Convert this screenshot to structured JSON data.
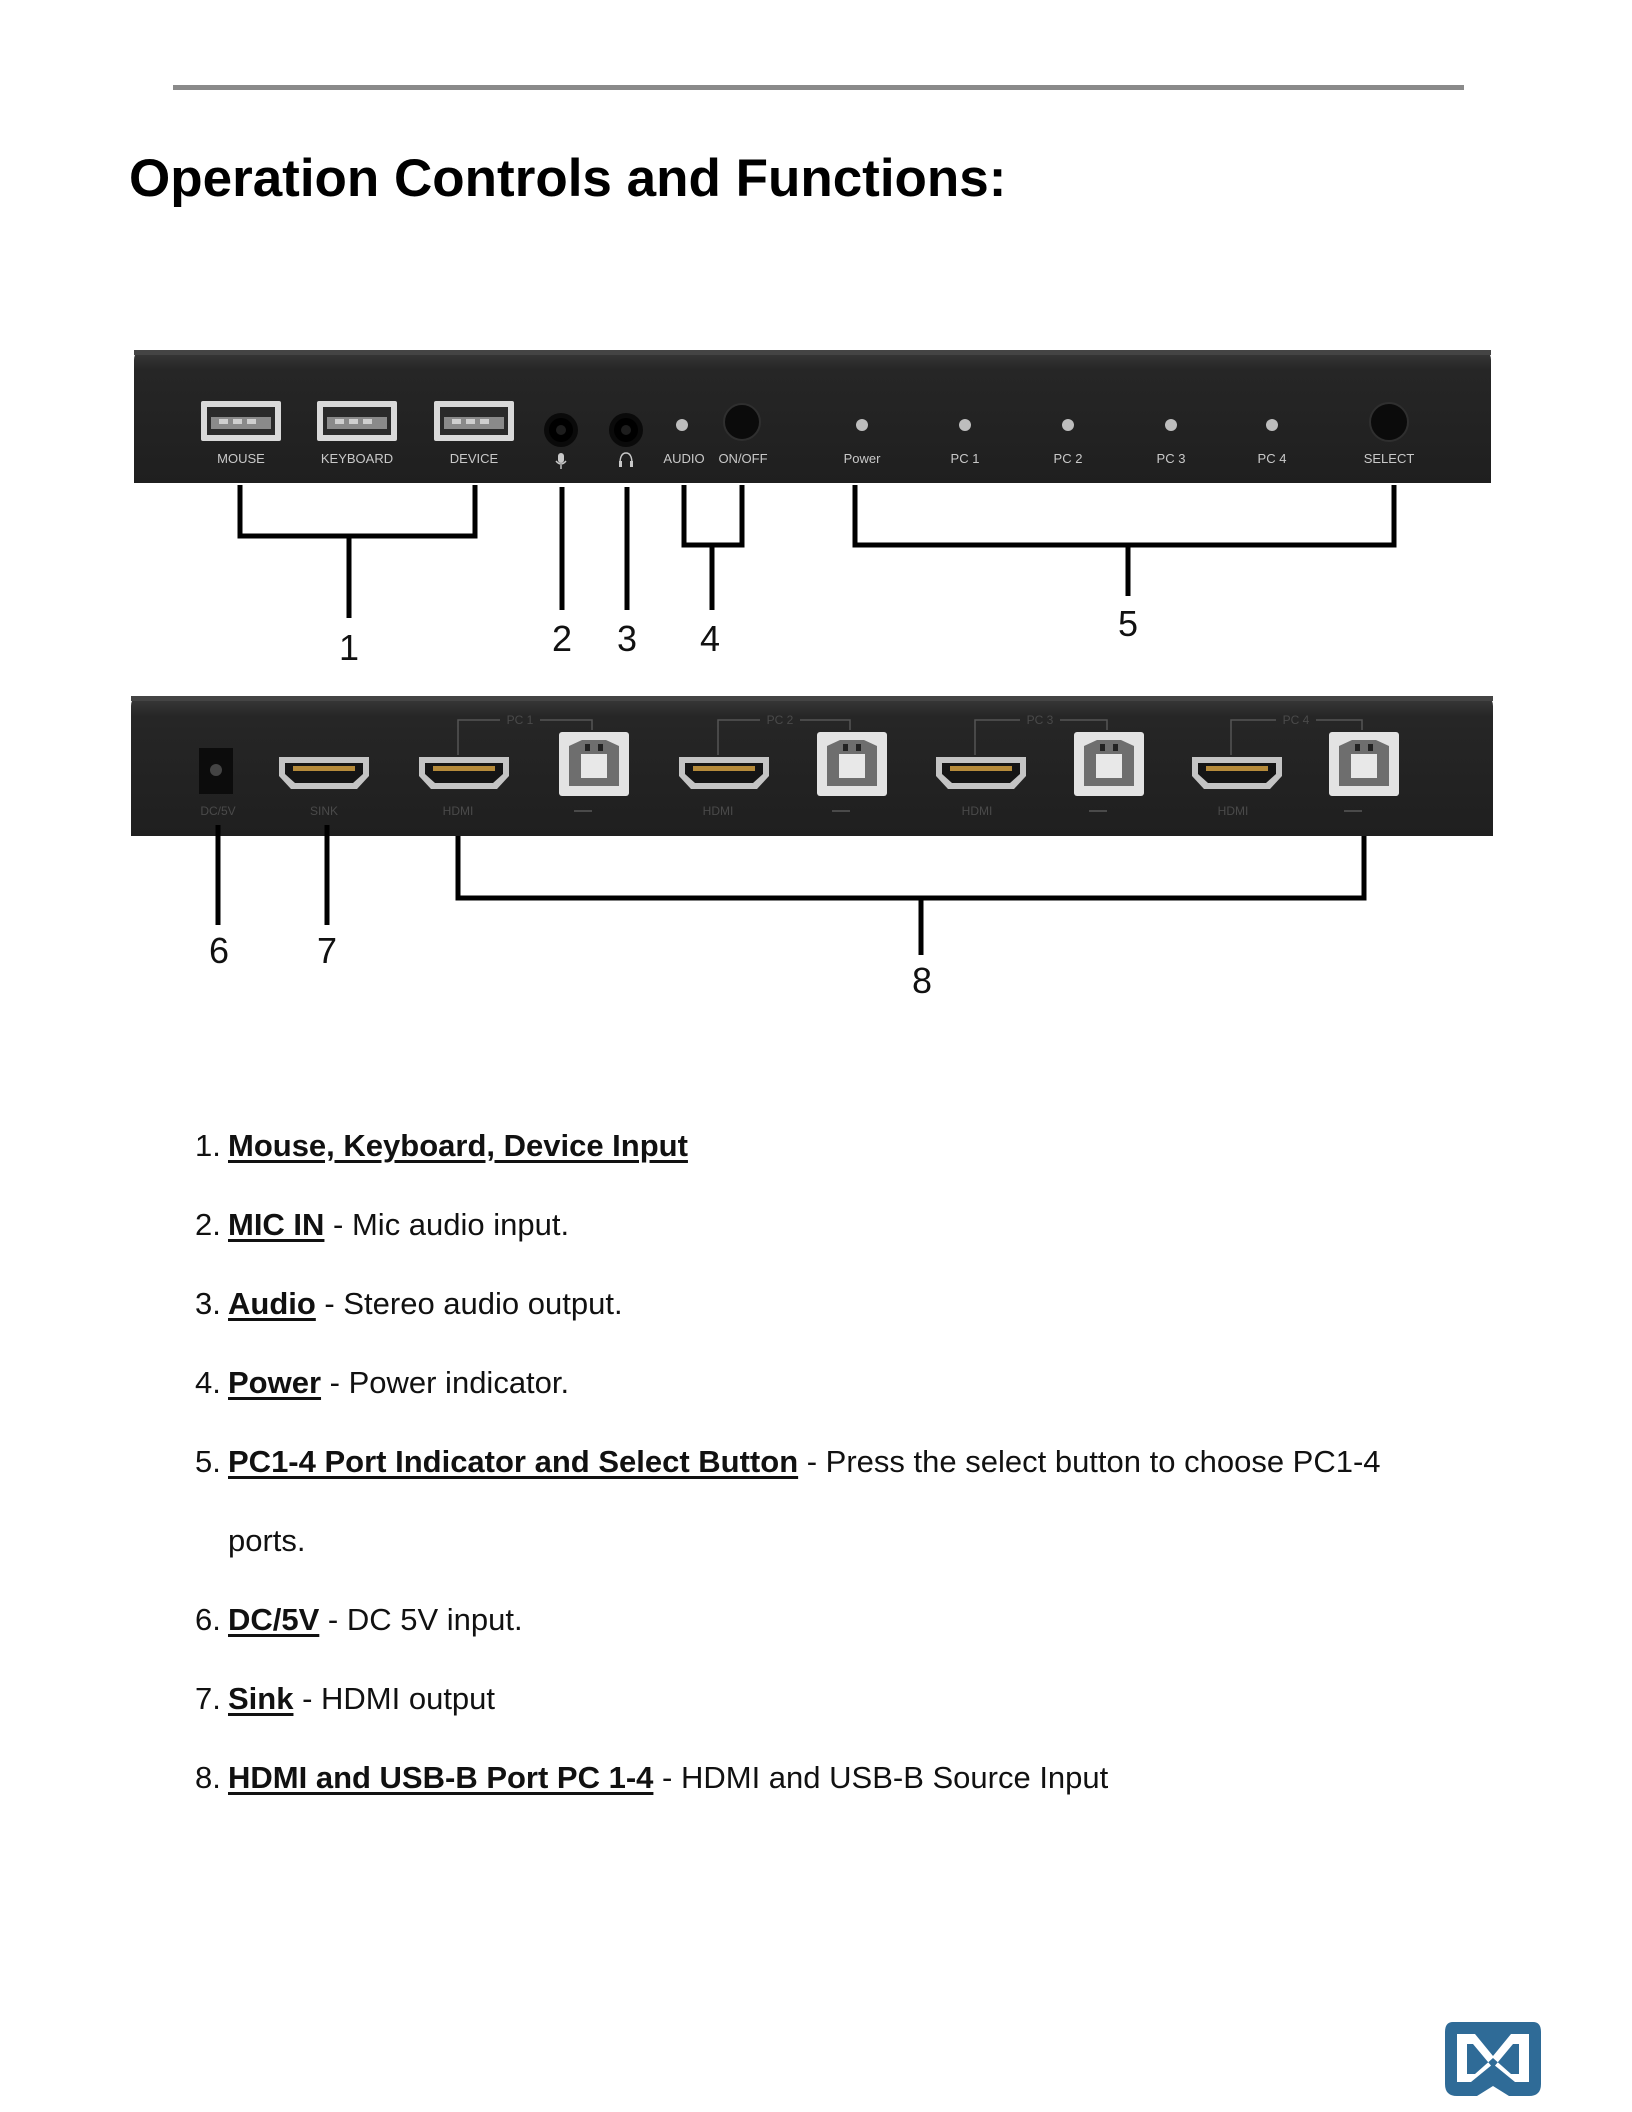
{
  "page_title": "Operation Controls and Functions:",
  "front_panel": {
    "port_labels": [
      "MOUSE",
      "KEYBOARD",
      "DEVICE",
      "AUDIO",
      "ON/OFF",
      "Power",
      "PC 1",
      "PC 2",
      "PC 3",
      "PC 4",
      "SELECT"
    ]
  },
  "rear_panel": {
    "dc_label": "DC/5V",
    "sink_label": "SINK",
    "group_labels": [
      "PC 1",
      "PC 2",
      "PC 3",
      "PC 4"
    ],
    "hdmi_label": "HDMI"
  },
  "callouts": [
    "1",
    "2",
    "3",
    "4",
    "5",
    "6",
    "7",
    "8"
  ],
  "items": [
    {
      "number": "1.",
      "term": "Mouse, Keyboard, Device Input",
      "description": ""
    },
    {
      "number": "2.",
      "term": "MIC IN",
      "description": " - Mic audio input."
    },
    {
      "number": "3.",
      "term": "Audio",
      "description": " - Stereo audio output."
    },
    {
      "number": "4.",
      "term": "Power",
      "description": " - Power indicator."
    },
    {
      "number": "5.",
      "term": "PC1-4 Port Indicator and Select Button",
      "description": " - Press the select button to choose PC1-4",
      "continuation": "ports."
    },
    {
      "number": "6.",
      "term": "DC/5V",
      "description": " - DC 5V input."
    },
    {
      "number": "7.",
      "term": "Sink",
      "description": " - HDMI output"
    },
    {
      "number": "8.",
      "term": "HDMI and USB-B Port PC 1-4",
      "description": " - HDMI and USB-B Source Input"
    }
  ]
}
